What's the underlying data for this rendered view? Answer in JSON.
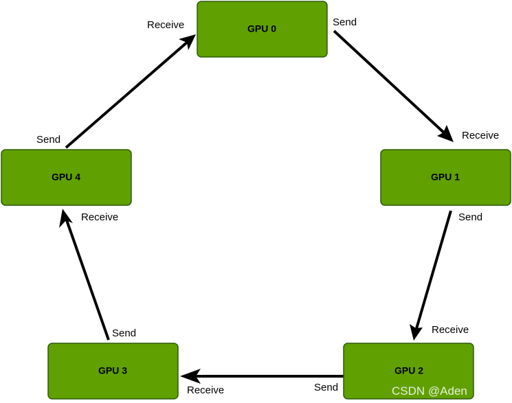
{
  "nodes": [
    {
      "id": "gpu0",
      "label": "GPU 0"
    },
    {
      "id": "gpu1",
      "label": "GPU 1"
    },
    {
      "id": "gpu2",
      "label": "GPU 2"
    },
    {
      "id": "gpu3",
      "label": "GPU 3"
    },
    {
      "id": "gpu4",
      "label": "GPU 4"
    }
  ],
  "edges": [
    {
      "from": "gpu0",
      "to": "gpu1",
      "send_label": "Send",
      "receive_label": "Receive"
    },
    {
      "from": "gpu1",
      "to": "gpu2",
      "send_label": "Send",
      "receive_label": "Receive"
    },
    {
      "from": "gpu2",
      "to": "gpu3",
      "send_label": "Send",
      "receive_label": "Receive"
    },
    {
      "from": "gpu3",
      "to": "gpu4",
      "send_label": "Send",
      "receive_label": "Receive"
    },
    {
      "from": "gpu4",
      "to": "gpu0",
      "send_label": "Send",
      "receive_label": "Receive"
    }
  ],
  "watermark": "CSDN @Aden",
  "colors": {
    "node_fill": "#60a000",
    "node_border": "#2d5a0b",
    "edge": "#000000"
  }
}
